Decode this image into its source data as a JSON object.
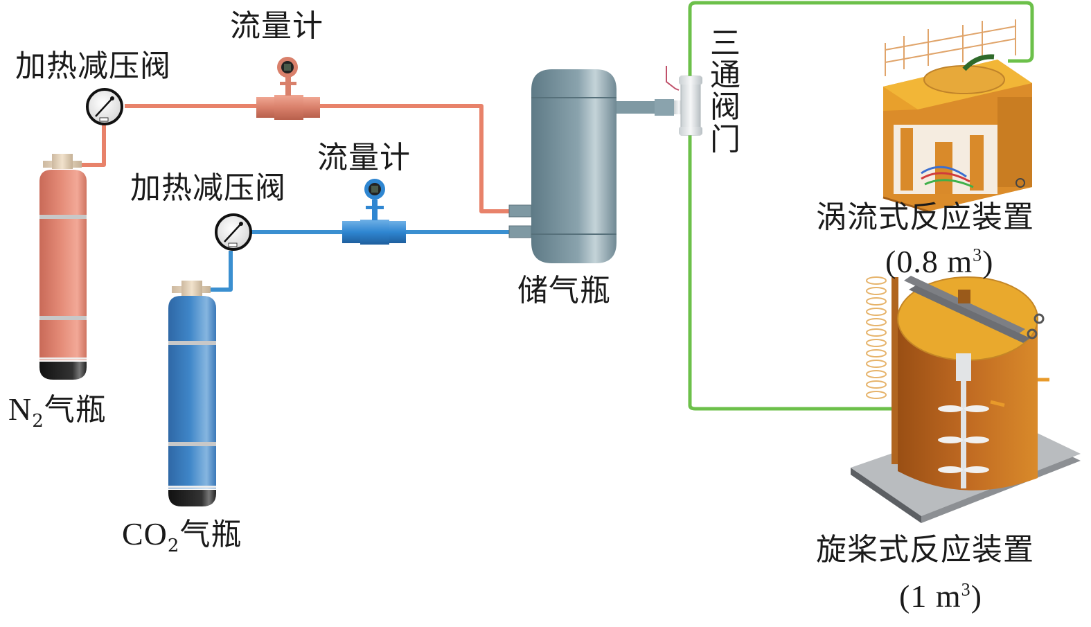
{
  "figure": {
    "type": "experimental apparatus schematic",
    "colors": {
      "n2_line": "#e8826a",
      "co2_line": "#3a8fd0",
      "outlet_line": "#6cc04a",
      "n2_cylinder": "#e08a78",
      "co2_cylinder": "#3f86c8",
      "storage_tank": "#7f99a3",
      "reactor": "#d98a2a"
    }
  },
  "labels": {
    "n2_valve": "加热减压阀",
    "n2_flowmeter": "流量计",
    "co2_valve": "加热减压阀",
    "co2_flowmeter": "流量计",
    "n2_cylinder_main": "N",
    "n2_cylinder_sub": "2",
    "n2_cylinder_suffix": "气瓶",
    "co2_cylinder_main": "CO",
    "co2_cylinder_sub": "2",
    "co2_cylinder_suffix": "气瓶",
    "storage_tank": "储气瓶",
    "three_way_valve": [
      "三",
      "通",
      "阀",
      "门"
    ],
    "vortex_reactor": "涡流式反应装置",
    "vortex_volume_prefix": "(0.8 m",
    "vortex_volume_sup": "3",
    "vortex_volume_suffix": ")",
    "paddle_reactor": "旋桨式反应装置",
    "paddle_volume_prefix": "(1 m",
    "paddle_volume_sup": "3",
    "paddle_volume_suffix": ")"
  }
}
